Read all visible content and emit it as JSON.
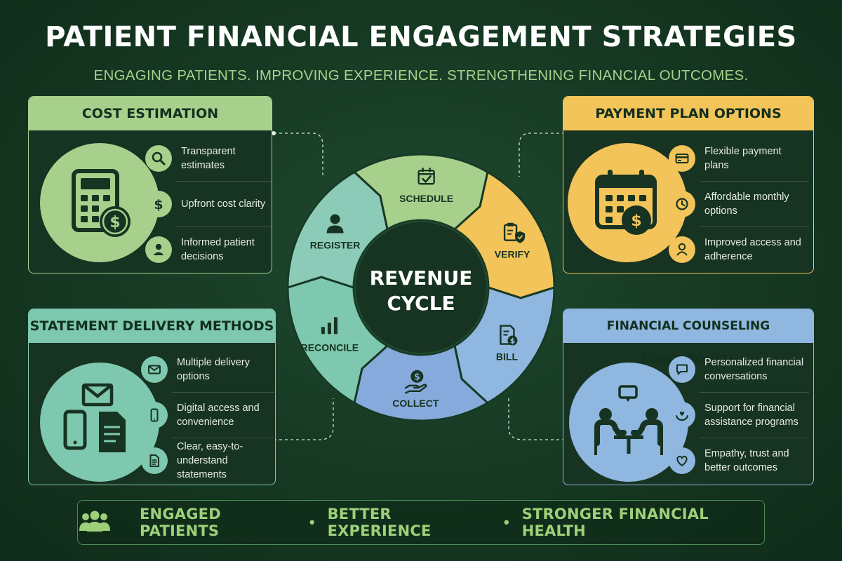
{
  "header": {
    "title": "PATIENT FINANCIAL ENGAGEMENT STRATEGIES",
    "subtitle": "ENGAGING PATIENTS. IMPROVING EXPERIENCE. STRENGTHENING FINANCIAL OUTCOMES."
  },
  "colors": {
    "green_light": "#a8d08d",
    "teal": "#7fc8b0",
    "yellow": "#f3c45a",
    "blue": "#8fb7df",
    "background": "#173a25"
  },
  "panels": {
    "cost": {
      "title": "COST ESTIMATION",
      "icon": "calculator-dollar-icon",
      "items": [
        {
          "icon": "magnifier-icon",
          "text": "Transparent estimates"
        },
        {
          "icon": "dollar-icon",
          "text": "Upfront cost clarity"
        },
        {
          "icon": "person-icon",
          "text": "Informed patient decisions"
        }
      ]
    },
    "payment": {
      "title": "PAYMENT PLAN OPTIONS",
      "icon": "calendar-dollar-icon",
      "items": [
        {
          "icon": "card-icon",
          "text": "Flexible payment plans"
        },
        {
          "icon": "clock-icon",
          "text": "Affordable monthly options"
        },
        {
          "icon": "person-icon",
          "text": "Improved access and adherence"
        }
      ]
    },
    "statement": {
      "title": "STATEMENT DELIVERY METHODS",
      "icon": "devices-mail-icon",
      "items": [
        {
          "icon": "envelope-icon",
          "text": "Multiple delivery options"
        },
        {
          "icon": "phone-icon",
          "text": "Digital access and convenience"
        },
        {
          "icon": "document-icon",
          "text": "Clear, easy-to-understand statements"
        }
      ]
    },
    "counseling": {
      "title": "FINANCIAL COUNSELING TOUCHPOINTS",
      "icon": "meeting-icon",
      "items": [
        {
          "icon": "chat-icon",
          "text": "Personalized financial conversations"
        },
        {
          "icon": "hands-heart-icon",
          "text": "Support for financial assistance programs"
        },
        {
          "icon": "heart-icon",
          "text": "Empathy, trust and better outcomes"
        }
      ]
    }
  },
  "cycle": {
    "center_line1": "REVENUE",
    "center_line2": "CYCLE",
    "segments": [
      {
        "label": "SCHEDULE",
        "icon": "calendar-check-icon"
      },
      {
        "label": "VERIFY",
        "icon": "clipboard-shield-icon"
      },
      {
        "label": "BILL",
        "icon": "bill-dollar-icon"
      },
      {
        "label": "COLLECT",
        "icon": "hand-coin-icon"
      },
      {
        "label": "RECONCILE",
        "icon": "bar-chart-icon"
      },
      {
        "label": "REGISTER",
        "icon": "person-icon"
      }
    ]
  },
  "footer": {
    "icon": "group-icon",
    "item1": "ENGAGED PATIENTS",
    "item2": "BETTER EXPERIENCE",
    "item3": "STRONGER FINANCIAL HEALTH",
    "separator": "•"
  }
}
